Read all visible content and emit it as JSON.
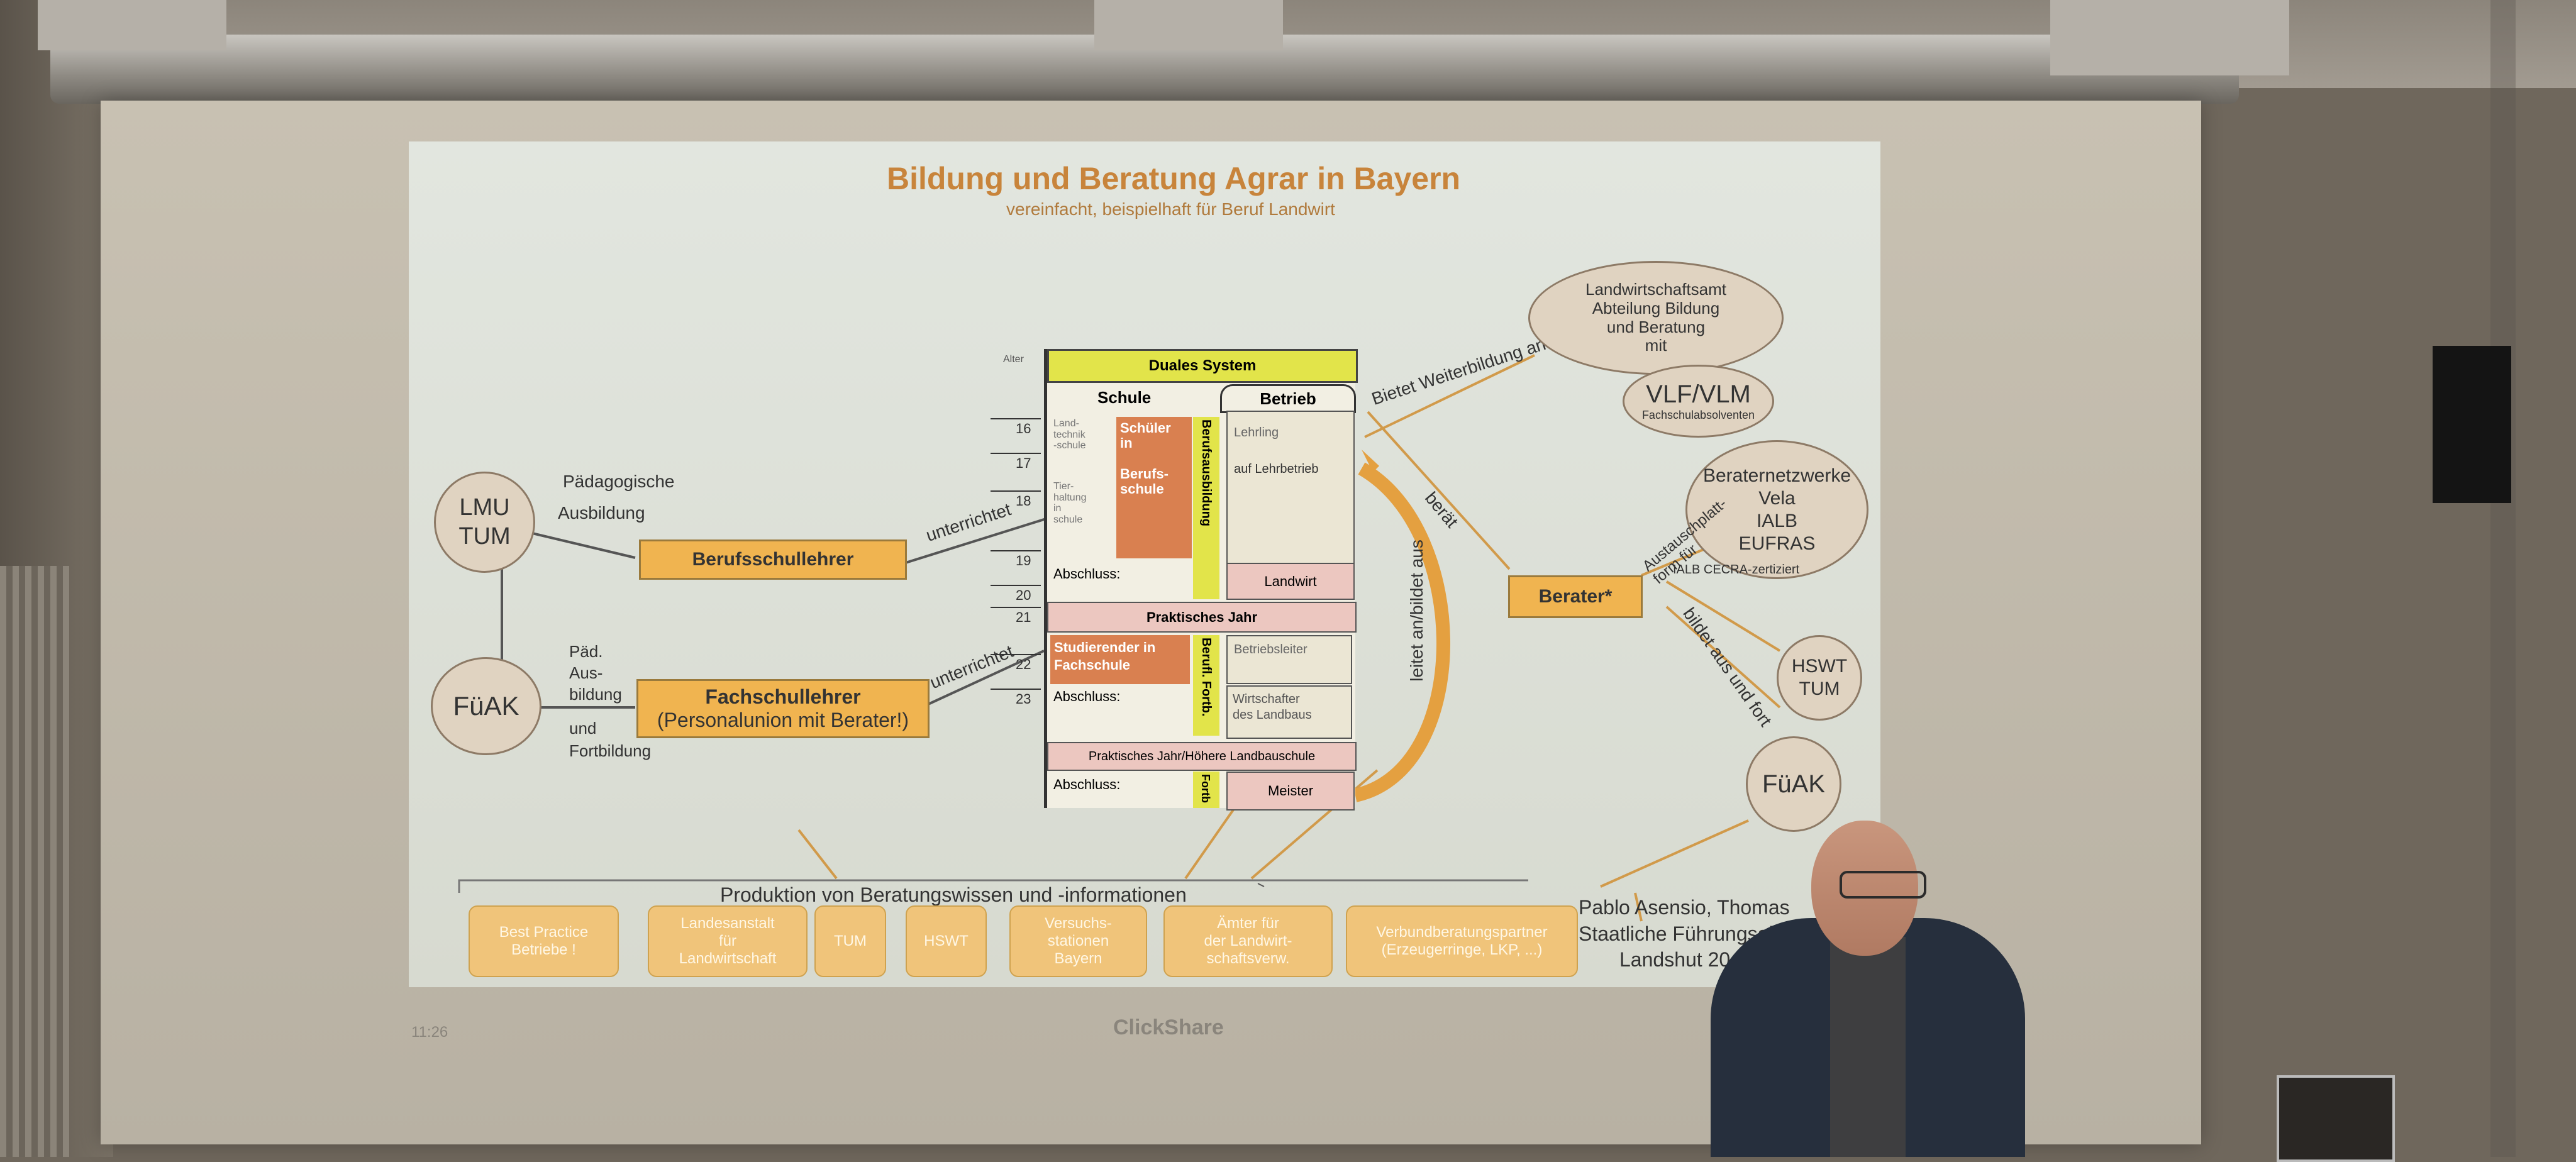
{
  "room": {
    "clickshare_label": "ClickShare",
    "clock": "11:26"
  },
  "slide": {
    "title": "Bildung und Beratung Agrar in Bayern",
    "subtitle": "vereinfacht, beispielhaft für Beruf Landwirt",
    "nodes": {
      "lmu_tum": "LMU\nTUM",
      "fuak_left": "FüAK",
      "berufsschullehrer": "Berufsschullehrer",
      "fachschullehrer": "Fachschullehrer",
      "fachschullehrer_sub": "(Personalunion mit Berater!)",
      "berater": "Berater*",
      "landwirtschaftsamt": "Landwirtschaftsamt\nAbteilung Bildung\nund Beratung\nmit",
      "vlf_vlm": "VLF/VLM",
      "vlf_sub": "Fachschulabsolventen",
      "beraternetzwerke": "Beraternetzwerke\nVela\nIALB\nEUFRAS",
      "hswt_tum": "HSWT\nTUM",
      "fuak_right": "FüAK"
    },
    "labels": {
      "paedagogische": "Pädagogische",
      "ausbildung": "Ausbildung",
      "paed_ausbildung": "Päd.\nAus-\nbildung",
      "und_fortbildung": "und\nFortbildung",
      "unterrichtet1": "unterrichtet",
      "unterrichtet2": "unterrichtet",
      "bietet_weiterbildung": "Bietet Weiterbildung an",
      "beraet": "berät",
      "leitet": "leitet an/bildet aus",
      "austauschplattform": "Austauschplatt-\nform für",
      "ialb_cecra": "IALB CECRA-zertiziert",
      "bildet_aus": "bildet aus und fort"
    },
    "table": {
      "alter": "Alter",
      "duales_system": "Duales System",
      "schule": "Schule",
      "betrieb": "Betrieb",
      "ages": [
        "16",
        "17",
        "18",
        "19",
        "20",
        "21",
        "22",
        "23"
      ],
      "landtechnik": "Land-\ntechnik\n-schule",
      "tierhaltung": "Tier-\nhaltung\nin\nschule",
      "schueler_berufsschule": "Schüler\nin\n\nBerufs-\nschule",
      "berufsausbildung": "Berufsausbildung",
      "lehrling": "Lehrling",
      "auf_lehrbetrieb": "auf Lehrbetrieb",
      "abschluss1": "Abschluss:",
      "landwirt": "Landwirt",
      "praktisches_jahr": "Praktisches Jahr",
      "studierender": "Studierender in\nFachschule",
      "berufl_fortb": "Berufl. Fortb.",
      "betriebsleiter": "Betriebsleiter",
      "abschluss2": "Abschluss:",
      "wirtschafter": "Wirtschafter\ndes Landbaus",
      "praktisches_hoehere": "Praktisches Jahr/Höhere Landbauschule",
      "abschluss3": "Abschluss:",
      "fortb": "Fortb",
      "meister": "Meister"
    },
    "produktion": "Produktion von Beratungswissen und -informationen",
    "bottom_boxes": [
      {
        "label": "Best Practice\nBetriebe !"
      },
      {
        "label": "Landesanstalt\nfür\nLandwirtschaft"
      },
      {
        "label": "TUM"
      },
      {
        "label": "HSWT"
      },
      {
        "label": "Versuchs-\nstationen\nBayern"
      },
      {
        "label": "Ämter für\nder Landwirt-\nschaftsverw."
      },
      {
        "label": "Verbundberatungspartner\n(Erzeugerringe, LKP, ...)"
      }
    ],
    "author": "Pablo Asensio, Thomas",
    "institution": "Staatliche Führungsaka",
    "city": "Landshut 20"
  },
  "colors": {
    "title": "#c8843b",
    "orange_box": "#f0b450",
    "yellow_band": "#e2e44a",
    "brick": "#d98050",
    "pink": "#ecc7c0",
    "arrow": "#e4a040"
  }
}
